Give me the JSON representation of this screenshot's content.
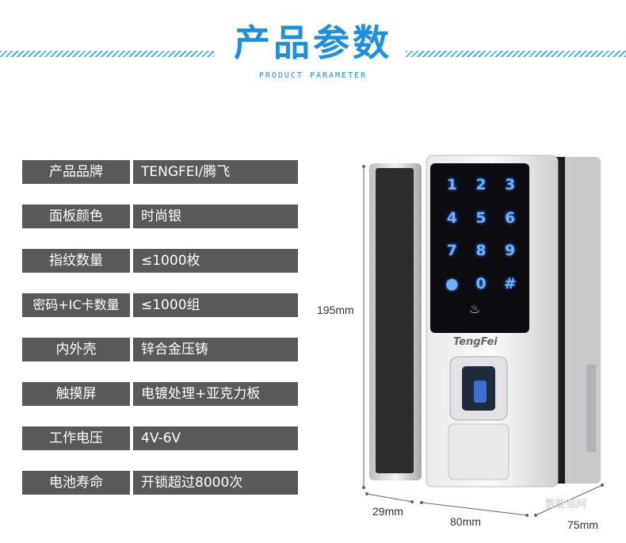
{
  "header": {
    "title": "产品参数",
    "subtitle": "PRODUCT PARAMETER"
  },
  "specs": [
    {
      "label": "产品品牌",
      "value": "TENGFEI/腾飞"
    },
    {
      "label": "面板颜色",
      "value": "时尚银"
    },
    {
      "label": "指纹数量",
      "value": "≤1000枚"
    },
    {
      "label": "密码+IC卡数量",
      "value": "≤1000组"
    },
    {
      "label": "内外壳",
      "value": "锌合金压铸"
    },
    {
      "label": "触摸屏",
      "value": "电镀处理+亚克力板"
    },
    {
      "label": "工作电压",
      "value": "4V-6V"
    },
    {
      "label": "电池寿命",
      "value": "开锁超过8000次"
    }
  ],
  "product": {
    "brand": "TengFei",
    "keypad": [
      "1",
      "2",
      "3",
      "4",
      "5",
      "6",
      "7",
      "8",
      "9",
      "0",
      "#"
    ],
    "dimensions": {
      "height": "195mm",
      "handle_width": "29mm",
      "body_width": "80mm",
      "depth": "75mm"
    }
  },
  "watermark": "智能锁网",
  "colors": {
    "accent": "#1b8fe5",
    "row_bg": "#595959"
  }
}
